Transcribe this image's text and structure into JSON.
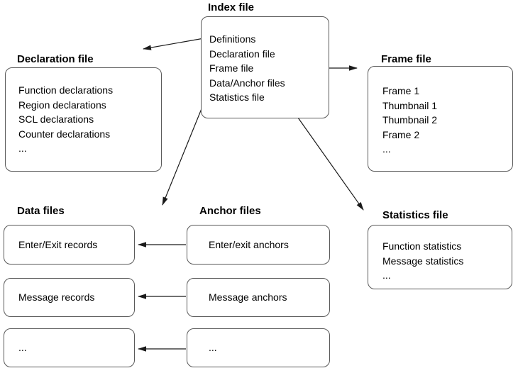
{
  "colors": {
    "background": "#ffffff",
    "box_border": "#595959",
    "text": "#000000",
    "arrow": "#1a1a1a"
  },
  "diagram": {
    "index_file": {
      "title": "Index file",
      "items": [
        "Definitions",
        "Declaration file",
        "Frame file",
        "Data/Anchor files",
        "Statistics file"
      ]
    },
    "declaration_file": {
      "title": "Declaration file",
      "items": [
        "Function declarations",
        "Region declarations",
        "SCL declarations",
        "Counter declarations",
        "..."
      ]
    },
    "frame_file": {
      "title": "Frame file",
      "items": [
        "Frame 1",
        "Thumbnail 1",
        "Thumbnail 2",
        "Frame 2",
        "..."
      ]
    },
    "data_files": {
      "title": "Data files",
      "boxes": [
        "Enter/Exit records",
        "Message records",
        "..."
      ]
    },
    "anchor_files": {
      "title": "Anchor files",
      "boxes": [
        "Enter/exit anchors",
        "Message anchors",
        "..."
      ]
    },
    "statistics_file": {
      "title": "Statistics file",
      "items": [
        "Function statistics",
        "Message statistics",
        "..."
      ]
    },
    "connections": [
      {
        "from": "Index file: Definitions",
        "to": "Declaration file"
      },
      {
        "from": "Index file: Frame file",
        "to": "Frame file"
      },
      {
        "from": "Index file: Data/Anchor files",
        "to": "Data files / Anchor files"
      },
      {
        "from": "Index file: Statistics file",
        "to": "Statistics file"
      },
      {
        "from": "Enter/exit anchors",
        "to": "Enter/Exit records"
      },
      {
        "from": "Message anchors",
        "to": "Message records"
      },
      {
        "from": "... anchors",
        "to": "... records"
      }
    ]
  }
}
